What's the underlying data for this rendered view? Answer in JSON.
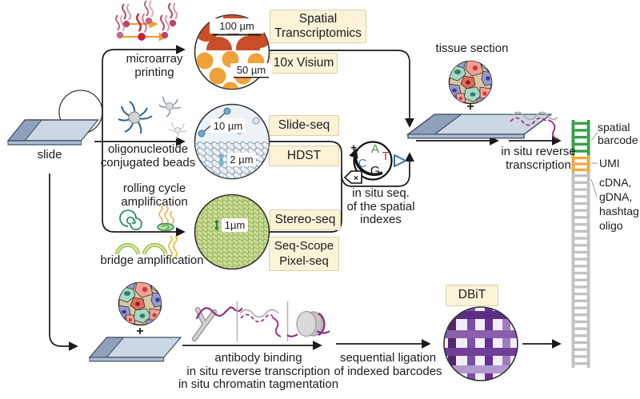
{
  "labels": {
    "slide": "slide",
    "microarray": "microarray\nprinting",
    "beads": "oligonucleotide\nconjugated beads",
    "rolling": "rolling cycle\namplification",
    "bridge": "bridge amplification",
    "insitu_seq": "in situ seq.\nof the spatial\nindexes",
    "tissue_section": "tissue section",
    "plus": "+",
    "insitu_rt": "in situ reverse\ntranscription",
    "bottom_steps": "antibody binding\nin situ reverse transcription\nin situ chromatin tagmentation",
    "ligation": "sequential ligation\nof indexed barcodes"
  },
  "methods": {
    "spatial_transcriptomics": "Spatial\nTranscriptomics",
    "visium": "10x Visium",
    "slide_seq": "Slide-seq",
    "hdst": "HDST",
    "stereo_seq": "Stereo-seq",
    "seq_scope_pixel_seq": "Seq-Scope\nPixel-seq",
    "dbit": "DBiT"
  },
  "scales": {
    "um100": "100 µm",
    "um50": "50 µm",
    "um10": "10 µm",
    "um2": "2 µm",
    "um1": "1µm"
  },
  "ladder": {
    "spatial_barcode": "spatial\nbarcode",
    "umi": "UMI",
    "cdna": "cDNA,\ngDNA,\nhashtag\noligo"
  },
  "seq_node": {
    "a": "A",
    "c": "C",
    "t": "T",
    "g": "G",
    "x": "×"
  },
  "colors": {
    "method_box_bg": "#faf3d8",
    "method_box_border": "#ddd1a3",
    "arrow_black": "#1a1a1a",
    "spatial_barcode_green": "#35a14a",
    "umi_orange": "#f1a83a",
    "strand_gray": "#c2c2c2",
    "dbit_purple": "#5f2e86",
    "visium_spot_red": "#c94e27",
    "visium_spot_orange": "#f0a23a",
    "stereo_green": "#cbdc96",
    "rna_magenta": "#a8327e"
  }
}
